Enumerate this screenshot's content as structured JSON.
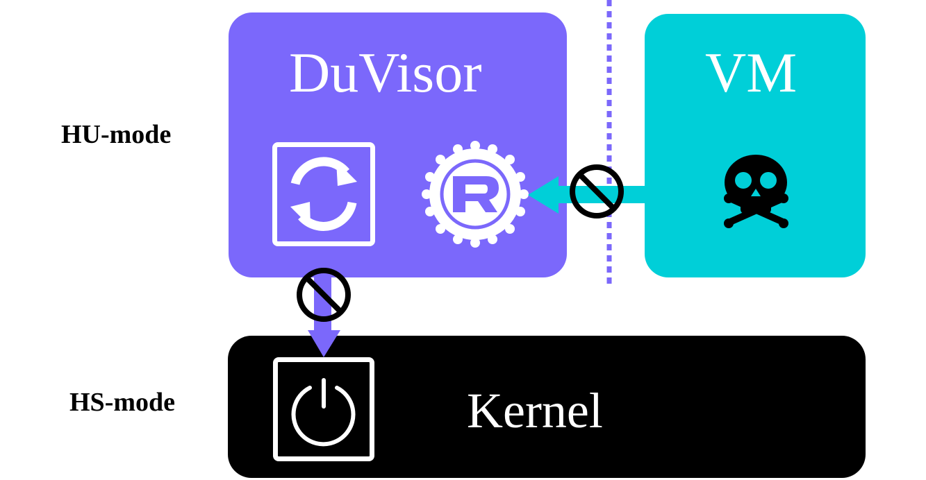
{
  "labels": {
    "hu_mode": "HU-mode",
    "hs_mode": "HS-mode"
  },
  "boxes": {
    "duvisor": {
      "title": "DuVisor"
    },
    "vm": {
      "title": "VM"
    },
    "kernel": {
      "title": "Kernel"
    }
  },
  "icons": {
    "duvisor_left": "sync-icon",
    "duvisor_right": "rust-logo-icon",
    "vm": "skull-crossbones-icon",
    "kernel": "power-icon",
    "blocked": "prohibited-icon"
  },
  "colors": {
    "duvisor": "#7b68fb",
    "vm": "#00cfd8",
    "kernel": "#000000",
    "divider": "#7b68fb",
    "arrow_vm_to_duvisor": "#00cfd8",
    "arrow_duvisor_to_kernel": "#7b68fb"
  }
}
